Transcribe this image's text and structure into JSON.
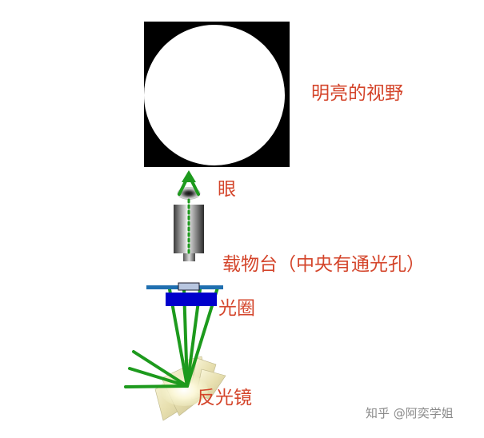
{
  "labels": {
    "view": "明亮的视野",
    "eye": "眼",
    "stage": "载物台（中央有通光孔）",
    "diaphragm": "光圈",
    "mirror": "反光镜"
  },
  "watermark": "知乎 @阿奕学姐",
  "colors": {
    "label": "#d4452b",
    "light_ray": "#1d9a1d",
    "field_frame": "#000000",
    "field": "#ffffff",
    "stage_plate": "#1f6fb0",
    "diaphragm": "#0000cc",
    "watermark": "#8a8a8a"
  }
}
